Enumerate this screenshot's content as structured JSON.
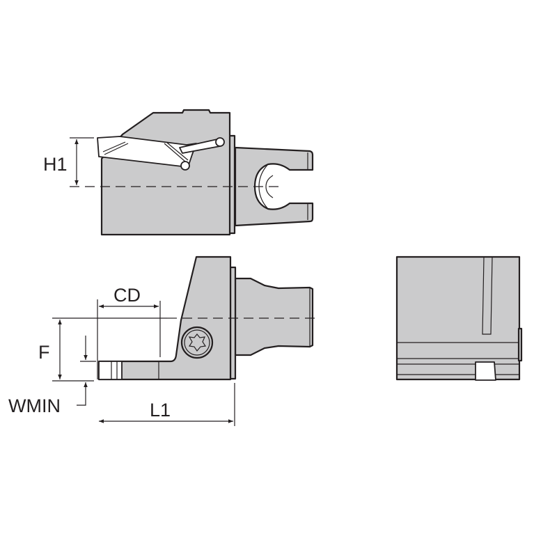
{
  "figure": {
    "type": "technical-drawing",
    "subject": "grooving/cut-off cutting head with insert",
    "colors": {
      "part_fill": "#cbcbcc",
      "line": "#231f20",
      "background": "#ffffff"
    },
    "views": [
      "top-view",
      "side-view",
      "end-view"
    ]
  },
  "dimensions": {
    "h1": "H1",
    "cd": "CD",
    "f": "F",
    "wmin": "WMIN",
    "l1": "L1"
  }
}
